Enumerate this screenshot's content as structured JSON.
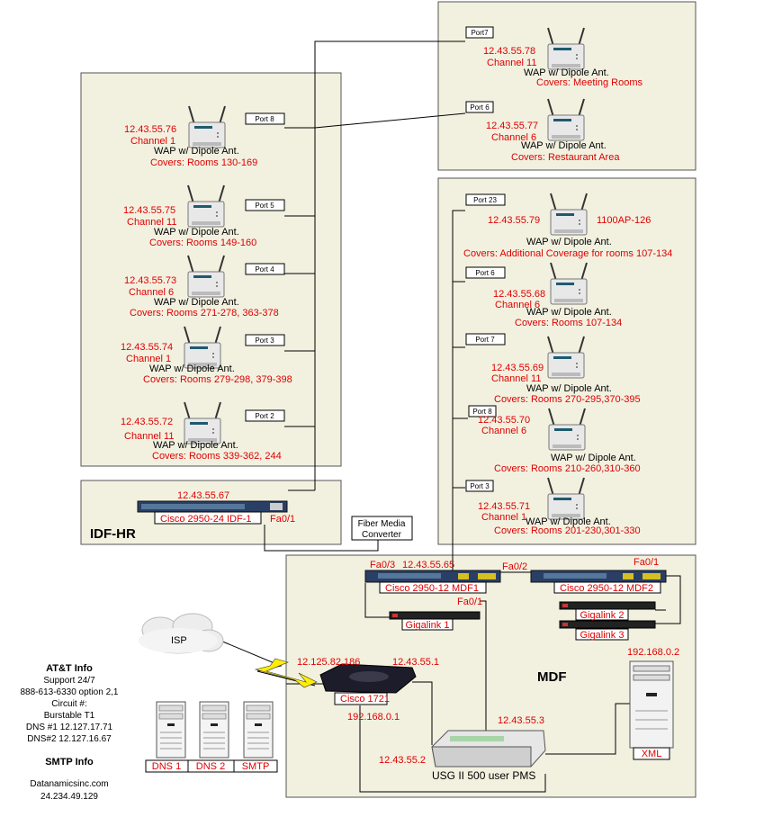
{
  "areas": {
    "idf_hr": "IDF-HR",
    "mdf": "MDF"
  },
  "port_labels": {
    "p7_top": "Port7",
    "p6_top": "Port 6",
    "p8_left": "Port 8",
    "p5": "Port 5",
    "p4": "Port 4",
    "p3_left": "Port 3",
    "p2": "Port 2",
    "p23": "Port 23",
    "p6_right": "Port 6",
    "p7_right": "Port 7",
    "p8_right": "Port 8",
    "p3_right": "Port 3"
  },
  "wap_common": "WAP w/ Dipole Ant.",
  "waps": {
    "w1": {
      "ip": "12.43.55.78",
      "channel": "Channel 11",
      "covers": "Covers: Meeting Rooms"
    },
    "w2": {
      "ip": "12.43.55.77",
      "channel": "Channel 6",
      "covers": "Covers: Restaurant Area"
    },
    "w3": {
      "ip": "12.43.55.76",
      "channel": "Channel 1",
      "covers": "Covers: Rooms 130-169"
    },
    "w4": {
      "ip": "12.43.55.75",
      "channel": "Channel 11",
      "covers": "Covers: Rooms 149-160"
    },
    "w5": {
      "ip": "12.43.55.73",
      "channel": "Channel 6",
      "covers": "Covers: Rooms 271-278, 363-378"
    },
    "w6": {
      "ip": "12.43.55.74",
      "channel": "Channel 1",
      "covers": "Covers: Rooms 279-298, 379-398"
    },
    "w7": {
      "ip": "12.43.55.72",
      "channel": "Channel 11",
      "covers": "Covers: Rooms 339-362, 244"
    },
    "w8": {
      "ip": "12.43.55.79",
      "model": "1100AP-126",
      "covers": "Covers: Additional Coverage for rooms 107-134"
    },
    "w9": {
      "ip": "12.43.55.68",
      "channel": "Channel 6",
      "covers": "Covers: Rooms 107-134"
    },
    "w10": {
      "ip": "12.43.55.69",
      "channel": "Channel 11",
      "covers": "Covers: Rooms 270-295,370-395"
    },
    "w11": {
      "ip": "12.43.55.70",
      "channel": "Channel 6",
      "covers": "Covers: Rooms 210-260,310-360"
    },
    "w12": {
      "ip": "12.43.55.71",
      "channel": "Channel 1",
      "covers": "Covers: Rooms 201-230,301-330"
    }
  },
  "devices": {
    "idf_switch": {
      "ip": "12.43.55.67",
      "name": "Cisco 2950-24 IDF-1",
      "port": "Fa0/1"
    },
    "fiber": {
      "line1": "Fiber Media",
      "line2": "Converter"
    },
    "mdf1": {
      "ip": "12.43.55.65",
      "name": "Cisco 2950-12 MDF1",
      "port_a": "Fa0/3",
      "port_b": "Fa0/2",
      "port_c": "Fa0/1"
    },
    "mdf2": {
      "name": "Cisco 2950-12 MDF2",
      "port": "Fa0/1"
    },
    "gigalink1": "Gigalink 1",
    "gigalink2": "Gigalink 2",
    "gigalink3": "Gigalink 3",
    "router": {
      "name": "Cisco 1721",
      "wan_ip": "12.125.82.186",
      "lan_ip": "12.43.55.1",
      "inside_ip": "192.168.0.1"
    },
    "usg": {
      "name": "USG II 500 user PMS",
      "ip_top": "12.43.55.3",
      "ip_left": "12.43.55.2"
    },
    "xml": {
      "name": "XML",
      "ip": "192.168.0.2"
    },
    "isp": "ISP",
    "servers": [
      "DNS 1",
      "DNS 2",
      "SMTP"
    ]
  },
  "att_info": {
    "title": "AT&T Info",
    "lines": [
      "Support 24/7",
      "888-613-6330 option 2,1",
      "Circuit #:",
      "Burstable T1",
      "DNS #1 12.127.17.71",
      "DNS#2 12.127.16.67"
    ]
  },
  "smtp_info": {
    "title": "SMTP Info",
    "lines": [
      "Datanamicsinc.com",
      "24.234.49.129"
    ]
  },
  "colors": {
    "panel": "#f2f1e0",
    "red_text": "#e00000",
    "switch": "#2a3f66"
  }
}
